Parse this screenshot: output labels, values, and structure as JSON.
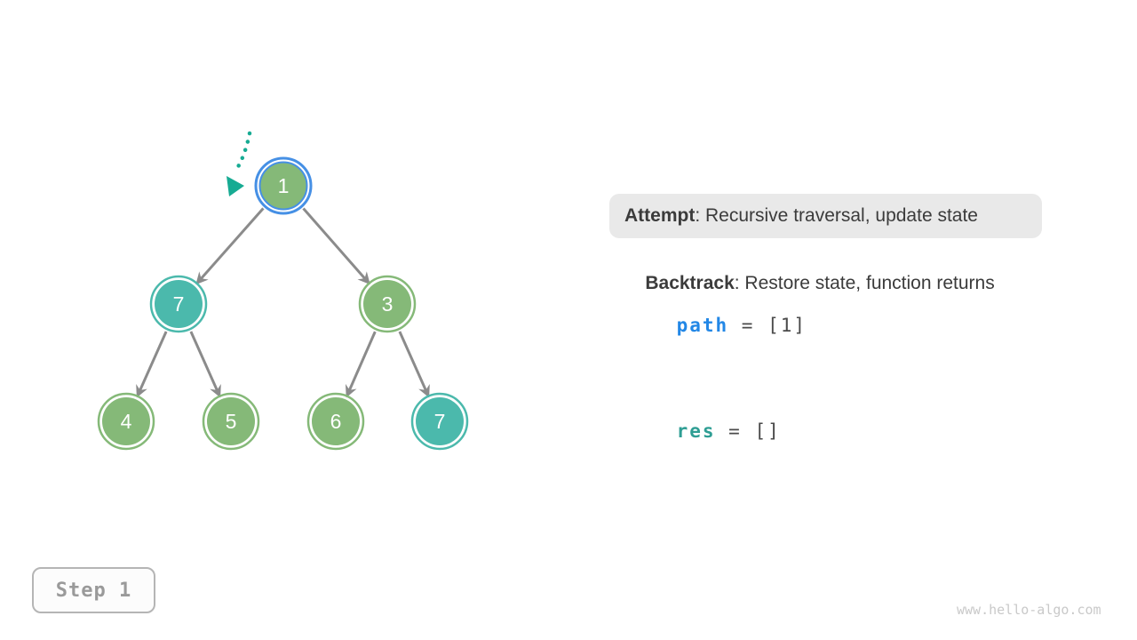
{
  "colors": {
    "node_green": "#85B978",
    "node_teal": "#4BB9AC",
    "highlight_ring_blue": "#4690E5",
    "edge_gray": "#8B8B8B",
    "pointer_teal": "#17AB93",
    "path_blue": "#2287E6",
    "res_teal": "#2F9E94",
    "attempt_bg": "#E9E9E9",
    "text_dark": "#3B3B3B"
  },
  "tree": {
    "nodes": [
      {
        "value": "1",
        "fill": "#85B978",
        "ring": "#4690E5",
        "highlighted": true
      },
      {
        "value": "7",
        "fill": "#4BB9AC",
        "ring": "#4BB9AC",
        "highlighted": false
      },
      {
        "value": "3",
        "fill": "#85B978",
        "ring": "#85B978",
        "highlighted": false
      },
      {
        "value": "4",
        "fill": "#85B978",
        "ring": "#85B978",
        "highlighted": false
      },
      {
        "value": "5",
        "fill": "#85B978",
        "ring": "#85B978",
        "highlighted": false
      },
      {
        "value": "6",
        "fill": "#85B978",
        "ring": "#85B978",
        "highlighted": false
      },
      {
        "value": "7",
        "fill": "#4BB9AC",
        "ring": "#4BB9AC",
        "highlighted": false
      }
    ]
  },
  "panel": {
    "attempt_label": "Attempt",
    "attempt_rest": ": Recursive traversal, update state",
    "backtrack_label": "Backtrack",
    "backtrack_rest": ": Restore state, function returns",
    "path_var": "path",
    "path_rest": " = [1]",
    "res_var": "res",
    "res_rest": " = []"
  },
  "step_label": "Step 1",
  "watermark": "www.hello-algo.com"
}
